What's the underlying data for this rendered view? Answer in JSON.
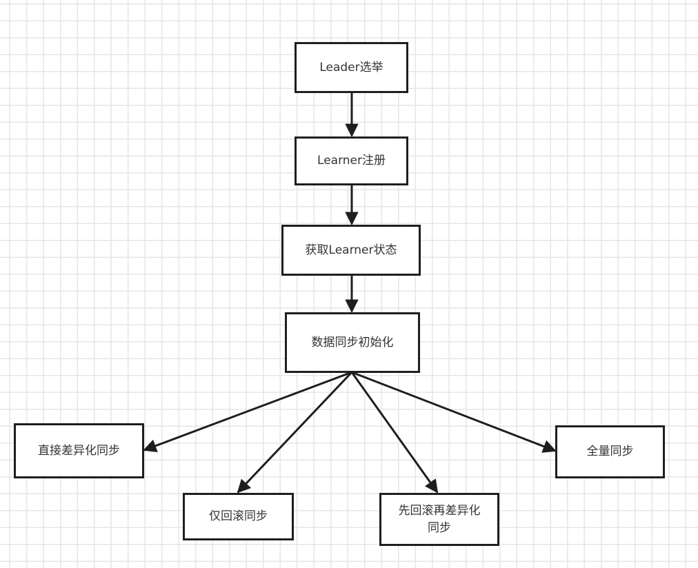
{
  "diagram": {
    "type": "flowchart",
    "nodes": [
      {
        "id": "leader-election",
        "label": "Leader选举"
      },
      {
        "id": "learner-register",
        "label": "Learner注册"
      },
      {
        "id": "get-learner-state",
        "label": "获取Learner状态"
      },
      {
        "id": "data-sync-init",
        "label": "数据同步初始化"
      },
      {
        "id": "direct-diff-sync",
        "label": "直接差异化同步"
      },
      {
        "id": "rollback-only-sync",
        "label": "仅回滚同步"
      },
      {
        "id": "rollback-then-diff-sync",
        "label": "先回滚再差异化同步"
      },
      {
        "id": "full-sync",
        "label": "全量同步"
      }
    ],
    "edges": [
      {
        "from": "leader-election",
        "to": "learner-register"
      },
      {
        "from": "learner-register",
        "to": "get-learner-state"
      },
      {
        "from": "get-learner-state",
        "to": "data-sync-init"
      },
      {
        "from": "data-sync-init",
        "to": "direct-diff-sync"
      },
      {
        "from": "data-sync-init",
        "to": "rollback-only-sync"
      },
      {
        "from": "data-sync-init",
        "to": "rollback-then-diff-sync"
      },
      {
        "from": "data-sync-init",
        "to": "full-sync"
      }
    ]
  }
}
